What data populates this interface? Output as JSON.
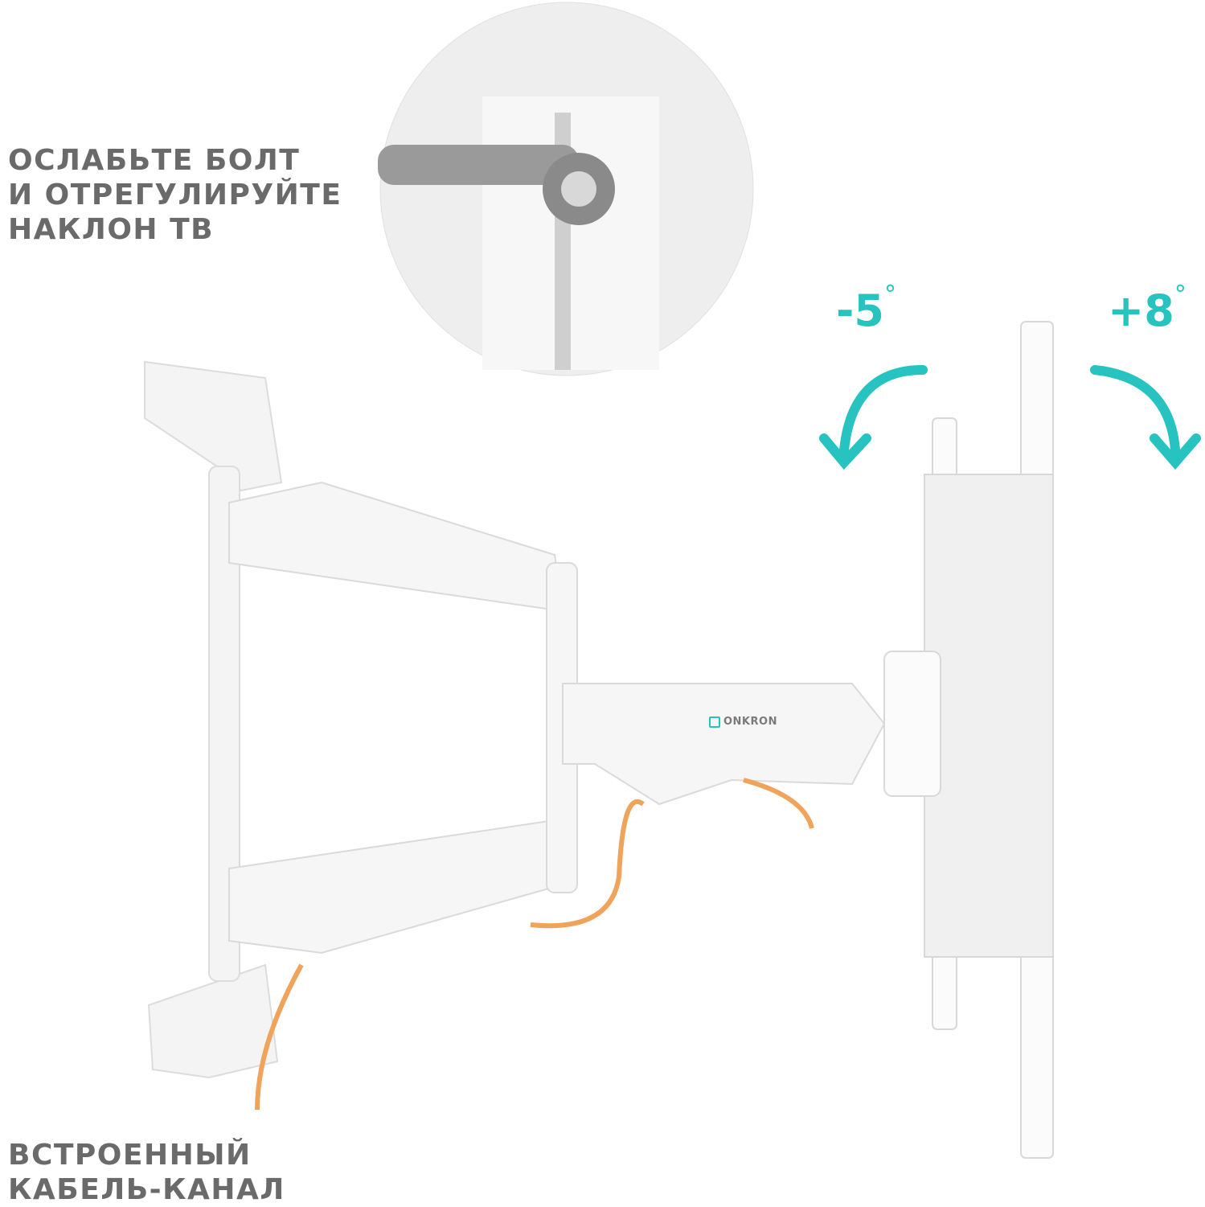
{
  "captions": {
    "tilt": [
      "ОСЛАБЬТЕ БОЛТ",
      "И ОТРЕГУЛИРУЙТЕ",
      "НАКЛОН ТВ"
    ],
    "cable": [
      "ВСТРОЕННЫЙ",
      "КАБЕЛЬ-КАНАЛ"
    ]
  },
  "tilt_angles": {
    "minus": "-5",
    "plus": "+8",
    "degree_symbol": "°"
  },
  "brand": {
    "name": "ONKRON"
  },
  "colors": {
    "accent": "#26c3c0",
    "caption": "#6a6a6a",
    "cable_orange": "#f0a35a",
    "cable_blue": "#4a5fc1"
  }
}
